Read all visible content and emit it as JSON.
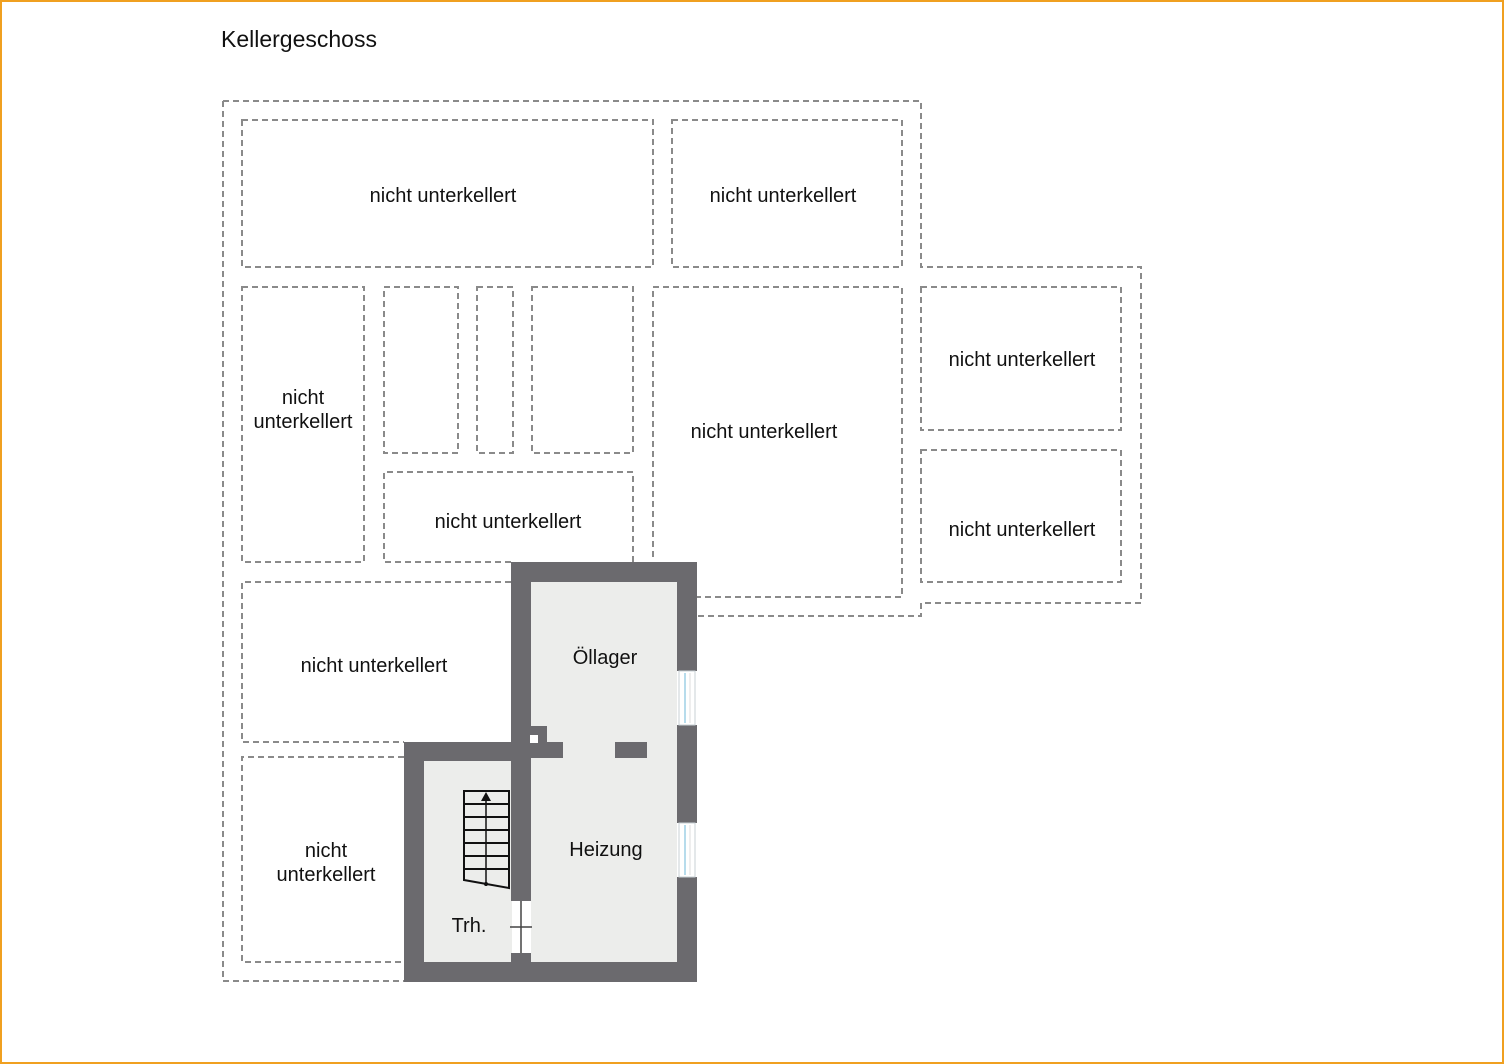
{
  "title": "Kellergeschoss",
  "colors": {
    "frame": "#f0a020",
    "wall": "#6b6a6e",
    "floor": "#ecedeb",
    "dashed_outline": "#8a8a8a",
    "window_glass": "#d8eef5"
  },
  "rooms": {
    "oellager": "Öllager",
    "heizung": "Heizung",
    "treppenhaus": "Trh."
  },
  "not_basement": {
    "top_left": "nicht unterkellert",
    "top_right": "nicht unterkellert",
    "left_tall_line1": "nicht",
    "left_tall_line2": "unterkellert",
    "middle_small": "nicht unterkellert",
    "center_large": "nicht unterkellert",
    "right_upper": "nicht unterkellert",
    "right_lower": "nicht unterkellert",
    "lower_left": "nicht unterkellert",
    "bottom_left_line1": "nicht",
    "bottom_left_line2": "unterkellert"
  },
  "icons": [
    "staircase-icon",
    "door-icon",
    "window-icon"
  ]
}
